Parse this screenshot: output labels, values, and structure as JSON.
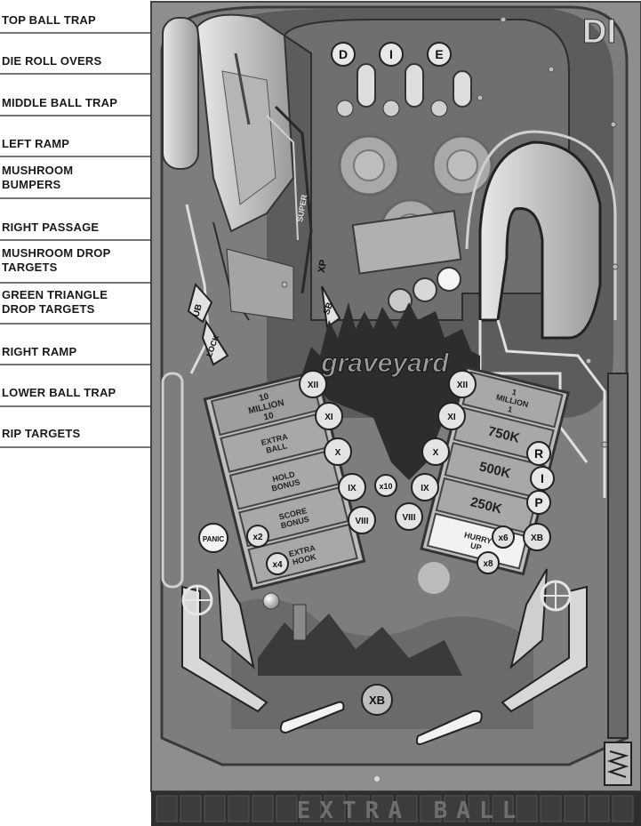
{
  "callouts": [
    "TOP BALL TRAP",
    "DIE ROLL OVERS",
    "MIDDLE BALL TRAP",
    "LEFT RAMP",
    "MUSHROOM\nBUMPERS",
    "RIGHT PASSAGE",
    "MUSHROOM DROP\nTARGETS",
    "GREEN TRIANGLE\nDROP TARGETS",
    "RIGHT RAMP",
    "LOWER BALL TRAP",
    "RIP TARGETS"
  ],
  "table": {
    "corner_logo": "DI",
    "die_letters": [
      "D",
      "I",
      "E"
    ],
    "graveyard_text": "graveyard",
    "left_tri_targets": [
      "UB",
      "LOCK"
    ],
    "center_tri_targets": [
      "XP",
      "SB"
    ],
    "lane_label": "SUPER",
    "numerals_left": [
      "XII",
      "XI",
      "X",
      "IX",
      "VIII"
    ],
    "numerals_right": [
      "XII",
      "XI",
      "X",
      "IX",
      "VIII"
    ],
    "x10": "x10",
    "left_panel": [
      "10\nMILLION\n10",
      "EXTRA\nBALL",
      "HOLD\nBONUS",
      "SCORE\nBONUS",
      "EXTRA\nHOOK"
    ],
    "right_panel": [
      "1\nMILLION\n1",
      "750K",
      "500K",
      "250K",
      "HURRY\nUP"
    ],
    "rip": [
      "R",
      "I",
      "P"
    ],
    "multipliers": [
      "PANIC",
      "x2",
      "x4",
      "x6",
      "x8",
      "XB"
    ],
    "flipper_xb": "XB",
    "scoreboard": "EXTRA BALL"
  }
}
